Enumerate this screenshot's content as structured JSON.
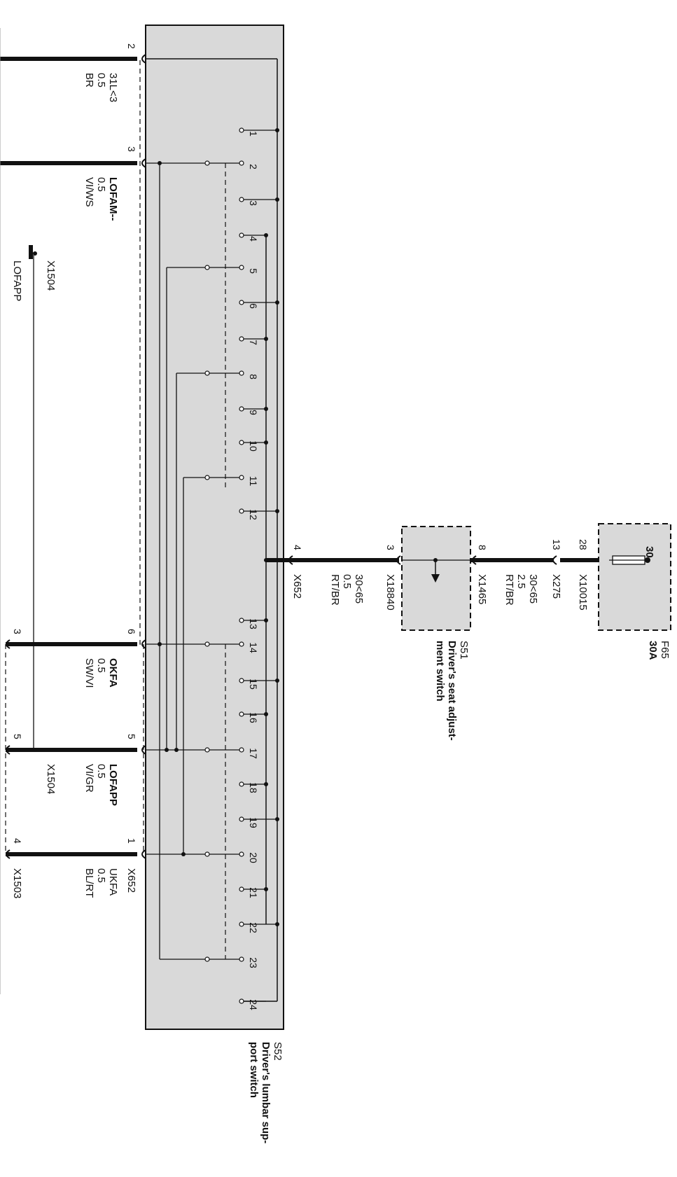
{
  "components": {
    "s52": {
      "id": "S52",
      "name_line1": "Driver's lumbar sup-",
      "name_line2": "port switch"
    },
    "s51": {
      "id": "S51",
      "name_line1": "Driver's seat adjust-",
      "name_line2": "ment switch"
    },
    "f65": {
      "id": "F65",
      "rating": "30A",
      "pin": "30"
    }
  },
  "switch_contacts": [
    "1",
    "2",
    "3",
    "4",
    "5",
    "6",
    "7",
    "8",
    "9",
    "10",
    "11",
    "12",
    "13",
    "14",
    "15",
    "16",
    "17",
    "18",
    "19",
    "20",
    "21",
    "22",
    "23",
    "24"
  ],
  "connector_pins": {
    "s52_2": "2",
    "s52_3": "3",
    "s52_6": "6",
    "s52_5": "5",
    "s52_1": "1",
    "s52_4": "4",
    "s51_3": "3",
    "s51_8": "8",
    "x275_13": "13",
    "x10015_28": "28",
    "left_3": "3",
    "left_5": "5",
    "left_4": "4"
  },
  "wires": {
    "w2": {
      "signal": "31L<3",
      "size": "0.5",
      "color": "BR"
    },
    "w3": {
      "signal": "LOFAM--",
      "size": "0.5",
      "color": "VI/WS"
    },
    "w6": {
      "signal": "OKFA",
      "size": "0.5",
      "color": "SW/VI"
    },
    "w5": {
      "signal": "LOFAPP",
      "size": "0.5",
      "color": "VI/GR"
    },
    "w1": {
      "signal": "UKFA",
      "size": "0.5",
      "color": "BL/RT"
    },
    "w4": {
      "signal": "30<65",
      "size": "0.5",
      "color": "RT/BR"
    },
    "w8": {
      "signal": "30<65",
      "size": "2.5",
      "color": "RT/BR"
    }
  },
  "connectors": {
    "x652_right": "X652",
    "x652_left": "X652",
    "x18840": "X18840",
    "x1465": "X1465",
    "x275": "X275",
    "x10015": "X10015",
    "x1504_top": "X1504",
    "x1504_bottom": "X1504",
    "x1503": "X1503"
  },
  "side_signal": "LOFAPP",
  "colors": {
    "module_fill": "#d9d9d9",
    "line": "#111111"
  }
}
